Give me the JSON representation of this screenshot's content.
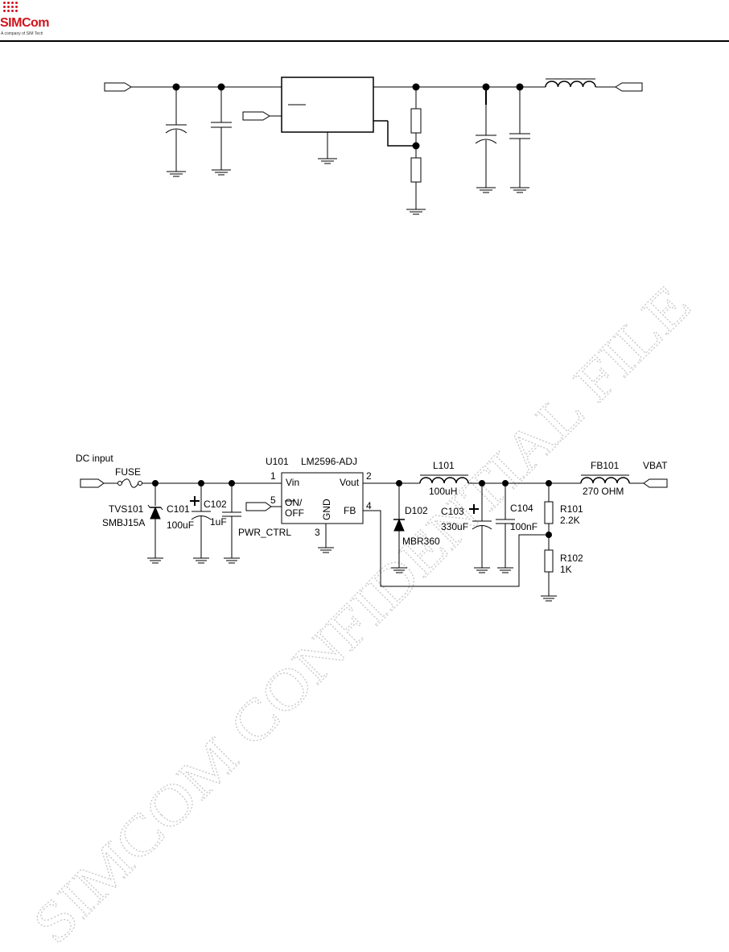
{
  "header": {
    "logo_text": "SIMCom",
    "logo_tagline": "A company of SIM Tech"
  },
  "watermark": "SIMCOM CONFIDENTIAL FILE",
  "schematic": {
    "dc_input": "DC input",
    "fuse": "FUSE",
    "tvs_ref": "TVS101",
    "tvs_part": "SMBJ15A",
    "c101_ref": "C101",
    "c101_val": "100uF",
    "c102_ref": "C102",
    "c102_val": "1uF",
    "u_ref": "U101",
    "u_part": "LM2596-ADJ",
    "pin1": "1",
    "pin2": "2",
    "pin3": "3",
    "pin4": "4",
    "pin5": "5",
    "vin": "Vin",
    "vout": "Vout",
    "on": "ON/",
    "off": "OFF",
    "gnd": "GND",
    "fb": "FB",
    "pwr_ctrl": "PWR_CTRL",
    "d102_ref": "D102",
    "d102_part": "MBR360",
    "l101_ref": "L101",
    "l101_val": "100uH",
    "c103_ref": "C103",
    "c103_val": "330uF",
    "c104_ref": "C104",
    "c104_val": "100nF",
    "fb101_ref": "FB101",
    "fb101_val": "270 OHM",
    "vbat": "VBAT",
    "r101_ref": "R101",
    "r101_val": "2.2K",
    "r102_ref": "R102",
    "r102_val": "1K"
  }
}
